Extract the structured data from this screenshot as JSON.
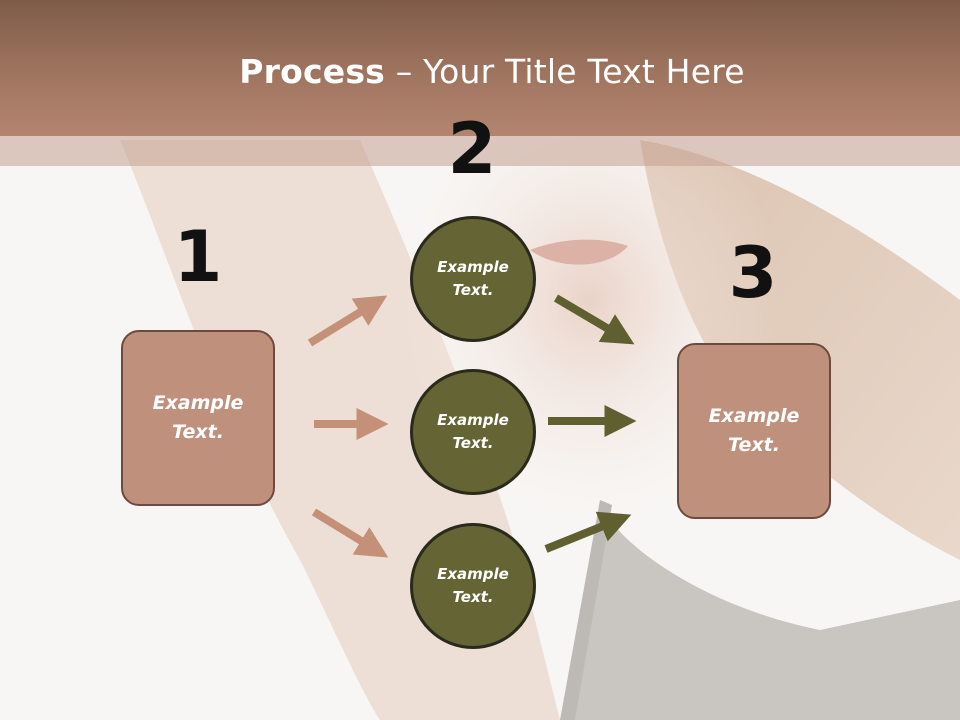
{
  "title": {
    "bold": "Process",
    "rest": " – Your Title Text Here"
  },
  "steps": {
    "one": "1",
    "two": "2",
    "three": "3"
  },
  "box_left": {
    "text": "Example\nText."
  },
  "box_right": {
    "text": "Example\nText."
  },
  "circles": {
    "top": {
      "text": "Example\nText."
    },
    "middle": {
      "text": "Example\nText."
    },
    "bottom": {
      "text": "Example\nText."
    }
  },
  "colors": {
    "box_fill": "#bf907c",
    "circle_fill": "#646434",
    "left_arrow": "#c49078",
    "right_arrow": "#5f5f30",
    "header": "#a07560"
  }
}
